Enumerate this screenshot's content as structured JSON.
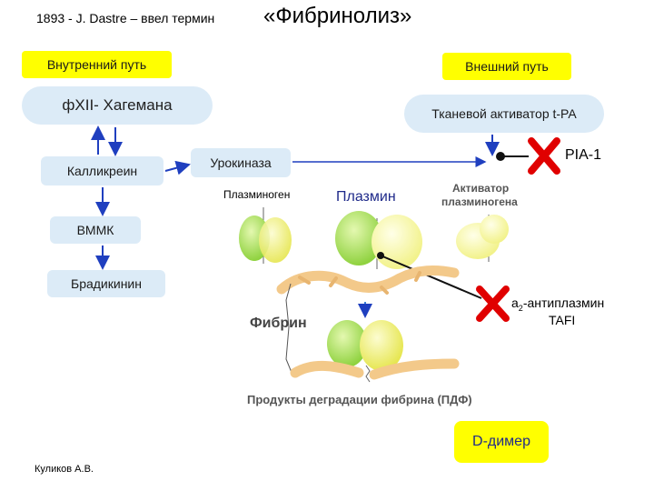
{
  "header": {
    "prefix": "1893 - J. Dastre – ввел термин",
    "term": "«Фибринолиз»"
  },
  "pathways": {
    "internal": "Внутренний путь",
    "external": "Внешний путь"
  },
  "nodes": {
    "f12": "фXII- Хагемана",
    "tpa": "Тканевой активатор t-PA",
    "kallikrein": "Калликреин",
    "urokinase": "Урокиназа",
    "bmmk": "ВММК",
    "bradykinin": "Брадикинин",
    "pai": "PIA-1"
  },
  "figure": {
    "plasminogen": "Плазминоген",
    "plasmin": "Плазмин",
    "activator_line1": "Активатор",
    "activator_line2": "плазминогена",
    "fibrin": "Фибрин",
    "antiplasmin_prefix": "a",
    "antiplasmin_sub": "2",
    "antiplasmin_rest": "-антиплазмин",
    "tafi": "TAFI",
    "fdp": "Продукты деградации фибрина (ПДФ)",
    "ddimer": "D-димер"
  },
  "footer": {
    "author": "Куликов А.В."
  },
  "colors": {
    "highlight": "#ffff00",
    "node_fill": "#dcebf7",
    "arrow": "#1f3fbf",
    "inhibit": "#e00000",
    "fibrin": "#f3c98a",
    "plasminogen": "#a8e060",
    "plasmin_yellow": "#f0f060"
  }
}
